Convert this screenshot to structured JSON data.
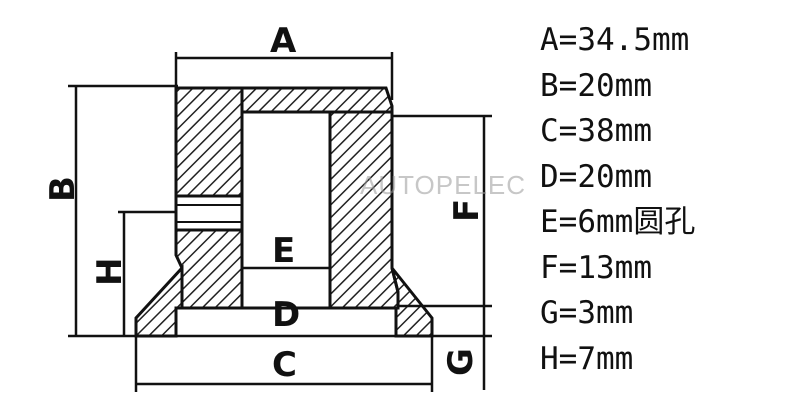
{
  "diagram": {
    "labels": {
      "A": "A",
      "B": "B",
      "C": "C",
      "D": "D",
      "E": "E",
      "F": "F",
      "G": "G",
      "H": "H"
    },
    "watermark": "AUTOPELEC",
    "colors": {
      "line": "#111111",
      "hatch": "#222222",
      "background": "#ffffff"
    }
  },
  "specs": [
    "A=34.5mm",
    "B=20mm",
    "C=38mm",
    "D=20mm",
    "E=6mm圆孔",
    "F=13mm",
    "G=3mm",
    "H=7mm"
  ]
}
